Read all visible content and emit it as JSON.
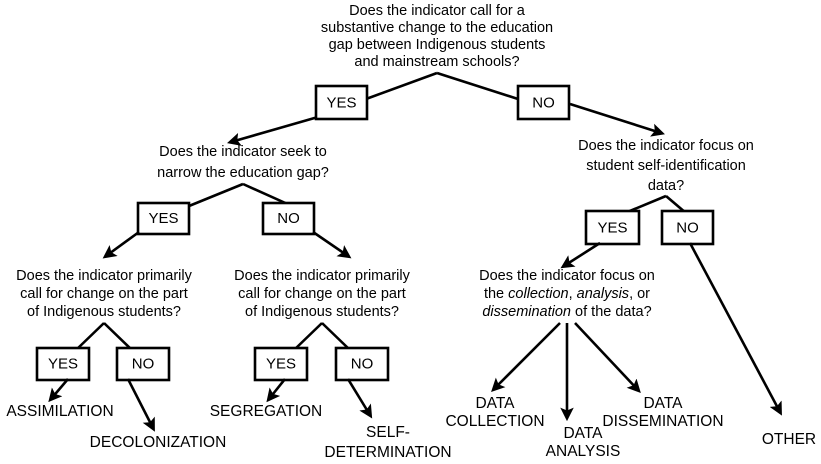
{
  "diagram": {
    "title_visible": false,
    "type": "decision-tree-flowchart",
    "background_color": "#ffffff",
    "line_color": "#000000",
    "text_color": "#000000",
    "questions": {
      "root": {
        "lines": [
          "Does the indicator call for a",
          "substantive change to the education",
          "gap between Indigenous students",
          "and mainstream schools?"
        ]
      },
      "left_q": {
        "lines": [
          "Does the indicator seek to",
          "narrow the education gap?"
        ]
      },
      "right_q": {
        "lines": [
          "Does the indicator focus on",
          "student self-identification",
          "data?"
        ]
      },
      "left_left_q": {
        "lines": [
          "Does the indicator primarily",
          "call for change on the part",
          "of Indigenous students?"
        ]
      },
      "left_right_q": {
        "lines": [
          "Does the indicator primarily",
          "call for change on the part",
          "of Indigenous students?"
        ]
      },
      "right_left_q": {
        "line1_a": "Does the indicator focus on",
        "line2_a": "the ",
        "line2_italic1": "collection",
        "line2_b": ", ",
        "line2_italic2": "analysis",
        "line2_c": ", or",
        "line3_italic3": "dissemination",
        "line3_a": " of the data?"
      }
    },
    "decision_boxes": {
      "root_yes": "YES",
      "root_no": "NO",
      "left_yes": "YES",
      "left_no": "NO",
      "right_yes": "YES",
      "right_no": "NO",
      "l1_yes": "YES",
      "l1_no": "NO",
      "l2_yes": "YES",
      "l2_no": "NO"
    },
    "outcomes": {
      "assimilation": {
        "lines": [
          "ASSIMILATION"
        ]
      },
      "decolonization": {
        "lines": [
          "DECOLONIZATION"
        ]
      },
      "segregation": {
        "lines": [
          "SEGREGATION"
        ]
      },
      "self_determination": {
        "lines": [
          "SELF-",
          "DETERMINATION"
        ]
      },
      "data_collection": {
        "lines": [
          "DATA",
          "COLLECTION"
        ]
      },
      "data_analysis": {
        "lines": [
          "DATA",
          "ANALYSIS"
        ]
      },
      "data_dissemination": {
        "lines": [
          "DATA",
          "DISSEMINATION"
        ]
      },
      "other": {
        "lines": [
          "OTHER"
        ]
      }
    }
  }
}
